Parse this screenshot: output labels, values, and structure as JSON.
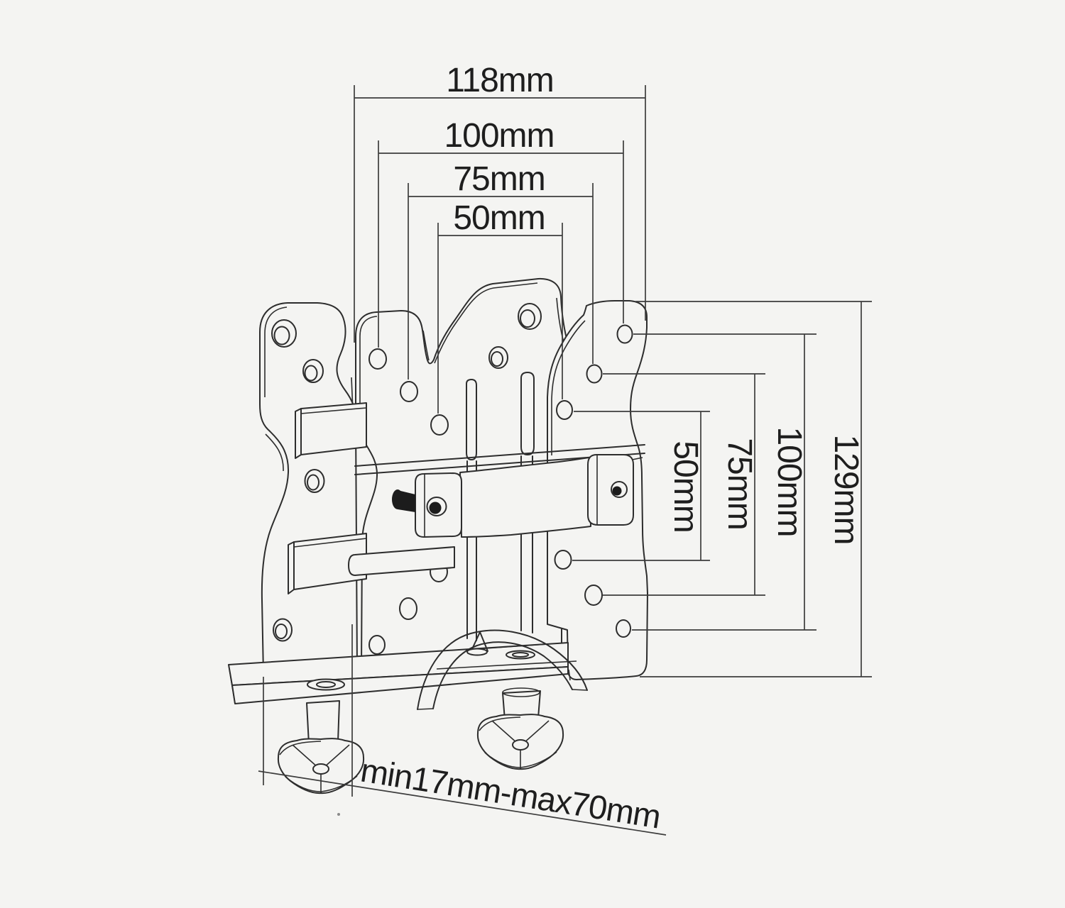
{
  "diagram": {
    "type": "technical-dimension-drawing",
    "subject": "monitor-mount-bracket-with-desk-clamp",
    "style": {
      "background": "#f4f4f2",
      "line_color": "#2d2d2d",
      "dimension_line_color": "#3c3c3c",
      "text_color": "#1e1e1e"
    },
    "dims_top": [
      {
        "label": "118mm"
      },
      {
        "label": "100mm"
      },
      {
        "label": "75mm"
      },
      {
        "label": "50mm"
      }
    ],
    "dims_right": [
      {
        "label": "50mm"
      },
      {
        "label": "75mm"
      },
      {
        "label": "100mm"
      },
      {
        "label": "129mm"
      }
    ],
    "dim_bottom": {
      "label": "min17mm-max70mm"
    }
  }
}
